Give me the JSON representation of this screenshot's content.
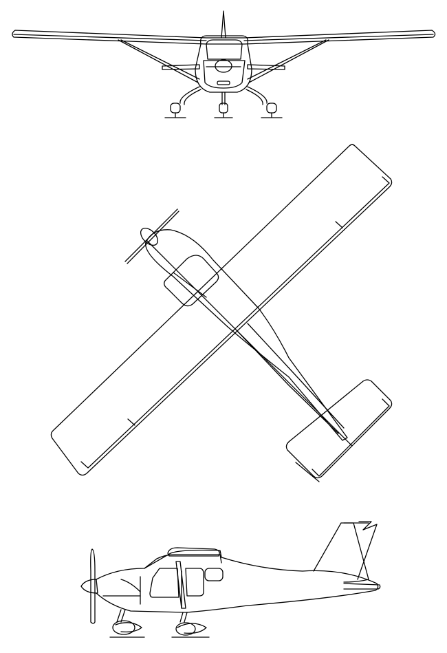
{
  "drawing": {
    "kind": "three-view line drawing of a high-wing single-engine light aircraft",
    "line_color": "#000000",
    "background_color": "#ffffff",
    "views": [
      "front-view",
      "top-view",
      "side-view"
    ]
  }
}
